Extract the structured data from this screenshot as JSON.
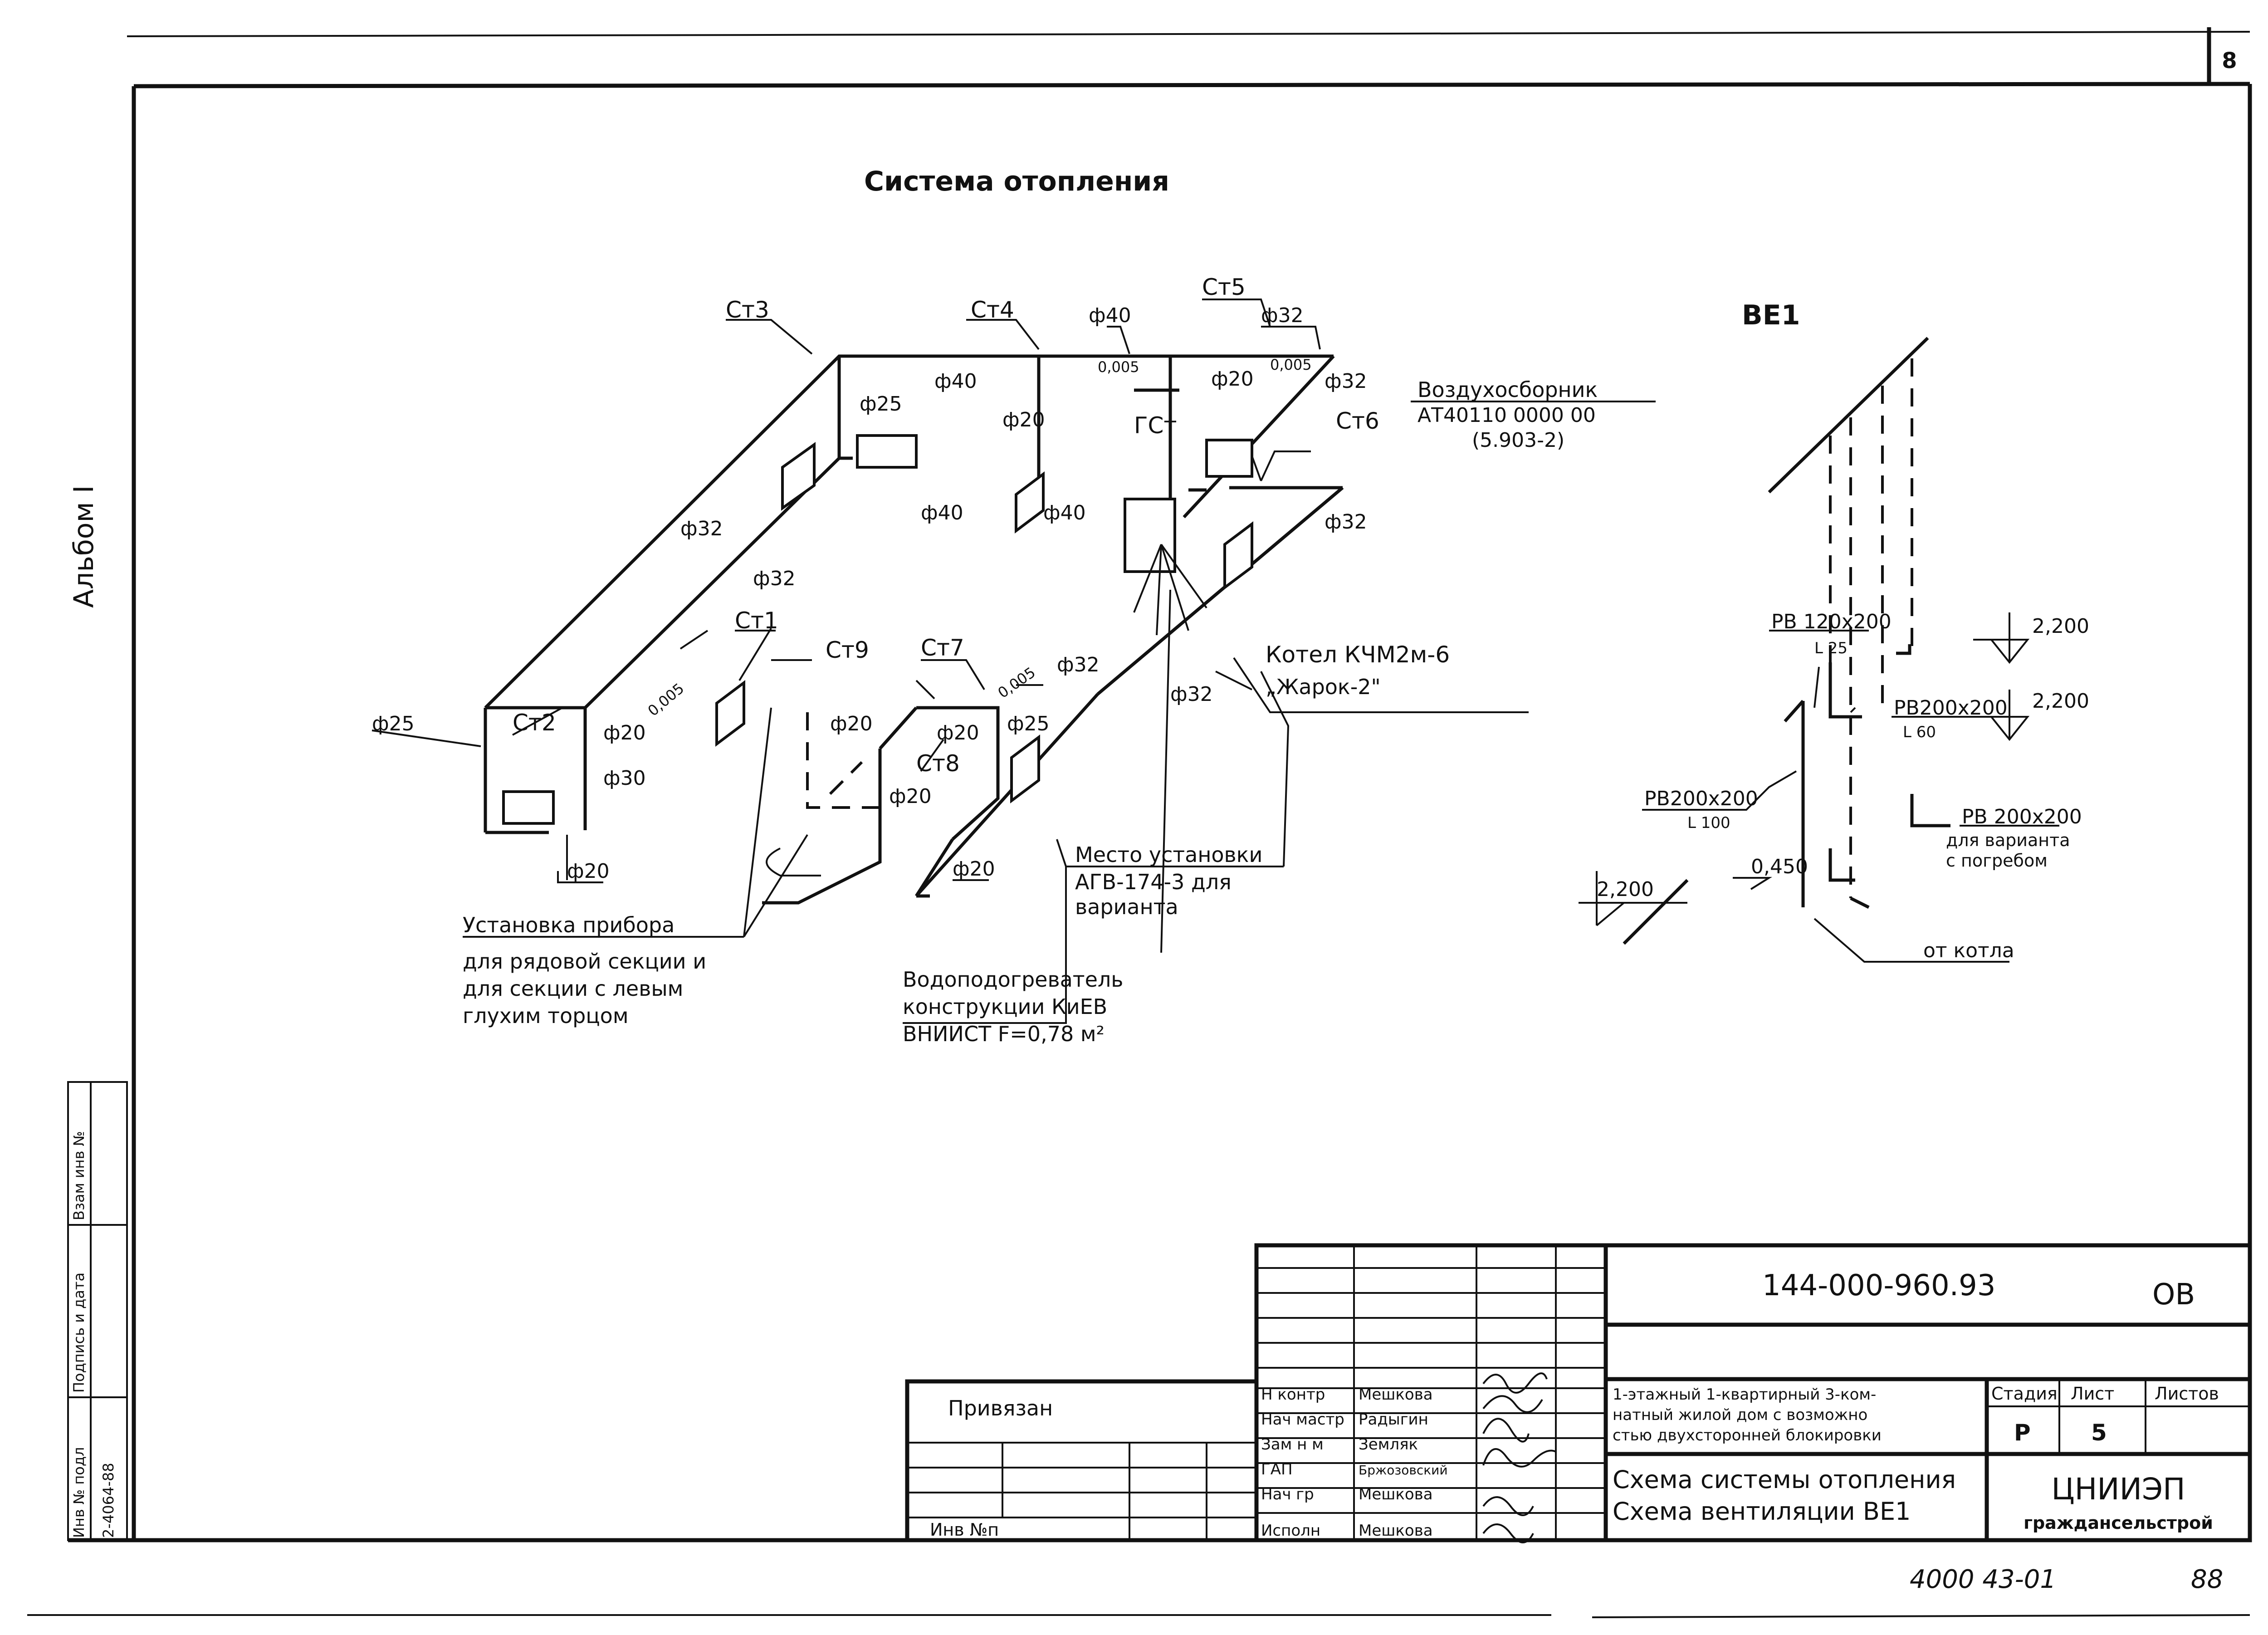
{
  "sheet": {
    "page_number": "8",
    "album_label": "Альбом I",
    "heating_title": "Система отопления",
    "vent_title": "ВЕ1",
    "bottom_code": "4000 43-01",
    "bottom_page": "88"
  },
  "heating_labels": {
    "st1": "Ст1",
    "st2": "Ст2",
    "st3": "Ст3",
    "st4": "Ст4",
    "st5": "Ст5",
    "st6": "Ст6",
    "st7": "Ст7",
    "st8": "Ст8",
    "st9": "Ст9",
    "gst": "ГСт",
    "d40_a": "ф40",
    "d40_b": "ф40",
    "d40_c": "ф40",
    "d40_d": "ф40",
    "d32_a": "ф32",
    "d32_b": "ф32",
    "d32_c": "ф32",
    "d32_d": "ф32",
    "d32_e": "ф32",
    "d32_f": "ф32",
    "d32_g": "ф32",
    "d25_a": "ф25",
    "d25_b": "ф25",
    "d25_c": "ф25",
    "d20_a": "ф20",
    "d20_b": "ф20",
    "d20_c": "ф20",
    "d20_d": "ф20",
    "d20_e": "ф20",
    "d20_f": "ф20",
    "d20_g": "ф20",
    "d20_h": "ф20",
    "d30": "ф30",
    "slope_a": "0,005",
    "slope_b": "0,005",
    "slope_c": "0,005",
    "slope_d": "0,005"
  },
  "callouts": {
    "air_collector_1": "Воздухосборник",
    "air_collector_2": "АТ40110 0000 00",
    "air_collector_3": "(5.903-2)",
    "boiler_1": "Котел КЧМ2м-6",
    "boiler_2": "„Жарок-2\"",
    "agv_1": "Место установки",
    "agv_2": "АГВ-174-3 для",
    "agv_3": "варианта",
    "heater_1": "Водоподогреватель",
    "heater_2": "конструкции КиЕВ",
    "heater_3": "ВНИИСТ F=0,78 м²",
    "device_1": "Установка прибора",
    "device_2": "для рядовой секции и",
    "device_3": "для секции с левым",
    "device_4": "глухим торцом"
  },
  "vent": {
    "rv1": "РВ 120х200",
    "rv1_l": "L 25",
    "rv2": "РВ200х200",
    "rv2_l": "L 60",
    "rv3": "РВ200х200",
    "rv3_l": "L 100",
    "rv4": "РВ 200х200",
    "rv4_n1": "для варианта",
    "rv4_n2": "с погребом",
    "from_boiler": "от котла",
    "lvl1": "2,200",
    "lvl2": "2,200",
    "lvl3": "2,200",
    "lvl4": "0,450"
  },
  "title_block": {
    "code": "144-000-960.93",
    "mark": "ОВ",
    "bound": "Привязан",
    "inv": "Инв №п",
    "roles": [
      "Н контр",
      "Нач мастр",
      "Зам н м",
      "ГАП",
      "Нач гр",
      "Исполн"
    ],
    "names": [
      "Мешкова",
      "Радыгин",
      "Земляк",
      "Бржозовский",
      "Мешкова",
      "Мешкова"
    ],
    "desc_1": "1-этажный 1-квартирный 3-ком-",
    "desc_2": "натный жилой дом с возможно",
    "desc_3": "стью двухсторонней блокировки",
    "stage_h": "Стадия",
    "sheet_h": "Лист",
    "sheets_h": "Листов",
    "stage": "Р",
    "sheet": "5",
    "drawing_1": "Схема системы отопления",
    "drawing_2": "Схема вентиляции ВЕ1",
    "org_1": "ЦНИИЭП",
    "org_2": "граждансельстрой"
  },
  "margin_stamp": {
    "col_1": "Инв № подл",
    "col_2": "Подпись и дата",
    "col_3": "Взам инв №",
    "number": "2-4064-88"
  }
}
